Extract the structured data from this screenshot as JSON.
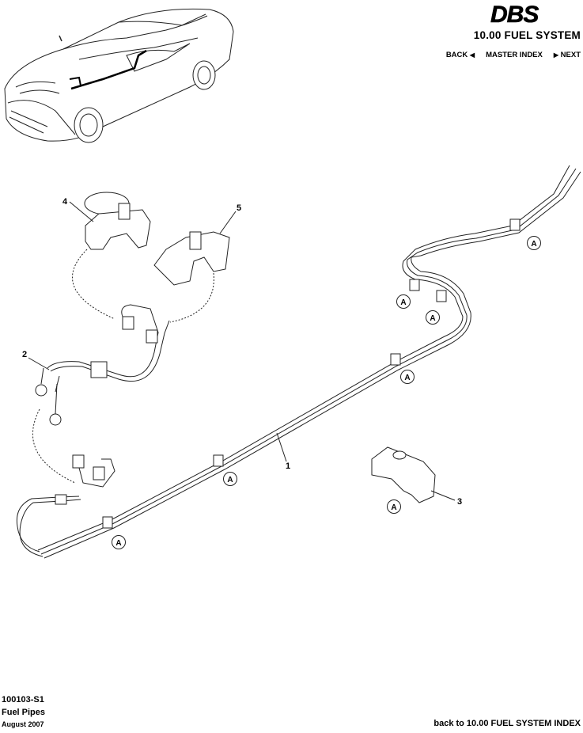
{
  "header": {
    "logo_text": "DBS",
    "section_title": "10.00 FUEL SYSTEM",
    "nav": {
      "back": "BACK",
      "master_index": "MASTER INDEX",
      "next": "NEXT"
    }
  },
  "diagram": {
    "callouts": [
      "1",
      "2",
      "3",
      "4",
      "5"
    ],
    "clip_marker": "A"
  },
  "footer": {
    "code": "100103-S1",
    "title": "Fuel Pipes",
    "date": "August 2007",
    "index_link": "back to 10.00 FUEL SYSTEM INDEX"
  }
}
